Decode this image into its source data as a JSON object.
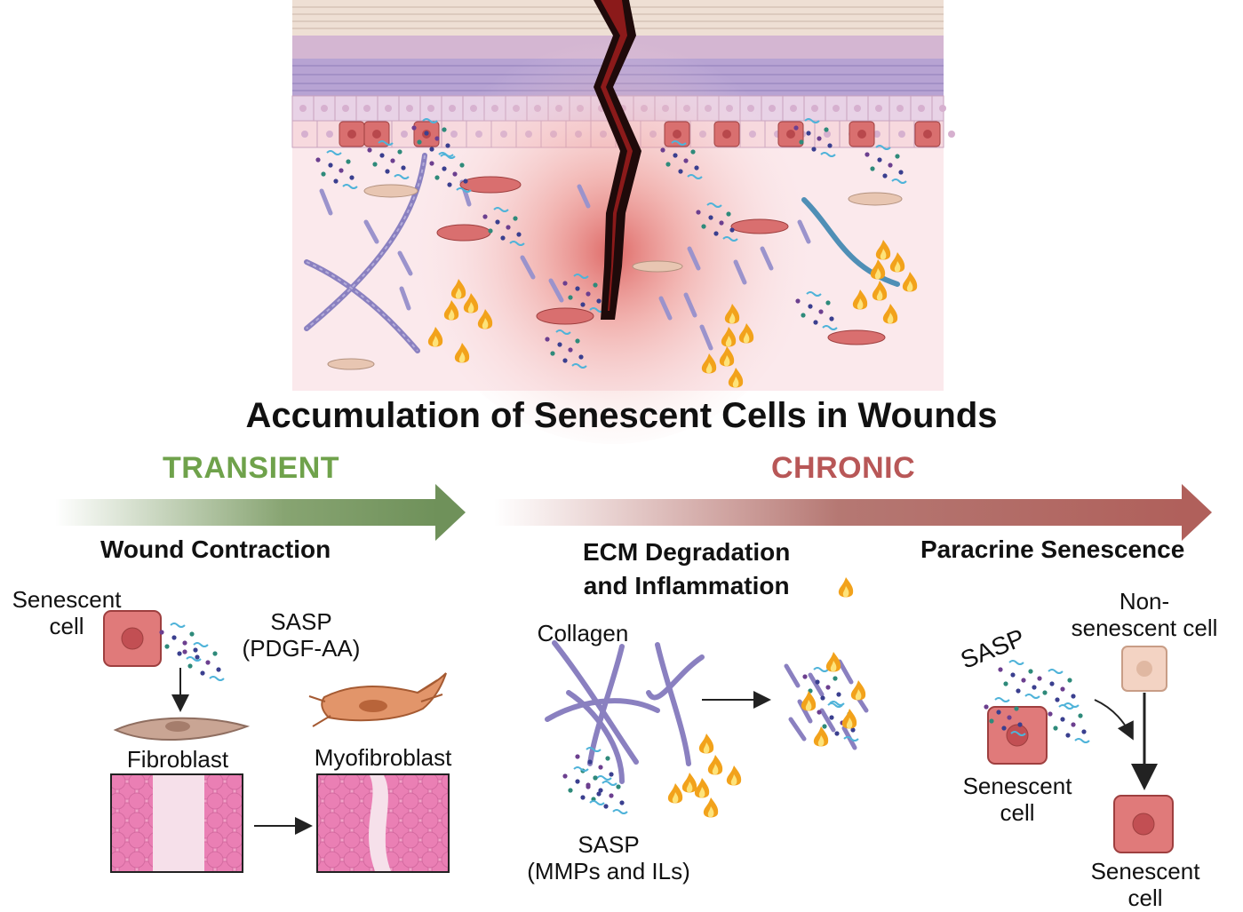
{
  "title": "Accumulation of Senescent Cells in Wounds",
  "phases": {
    "transient": {
      "label": "TRANSIENT",
      "color": "#6fa24b"
    },
    "chronic": {
      "label": "CHRONIC",
      "color": "#b85757"
    }
  },
  "sections": {
    "wound_contraction": {
      "heading": "Wound Contraction",
      "senescent_cell": "Senescent\ncell",
      "sasp": "SASP\n(PDGF-AA)",
      "fibroblast": "Fibroblast",
      "myofibroblast": "Myofibroblast"
    },
    "ecm": {
      "heading": "ECM Degradation\nand Inflammation",
      "collagen": "Collagen",
      "sasp": "SASP\n(MMPs and ILs)"
    },
    "paracrine": {
      "heading": "Paracrine Senescence",
      "non_senescent": "Non-\nsenescent cell",
      "sasp": "SASP",
      "senescent_1": "Senescent\ncell",
      "senescent_2": "Senescent\ncell"
    }
  },
  "colors": {
    "senescent": "#e07a7a",
    "fibroblast": "#c9a594",
    "myofibroblast": "#e2956a",
    "collagen": "#8a80c0",
    "wound": "#8b1a1a",
    "flame": "#f2a21b"
  }
}
